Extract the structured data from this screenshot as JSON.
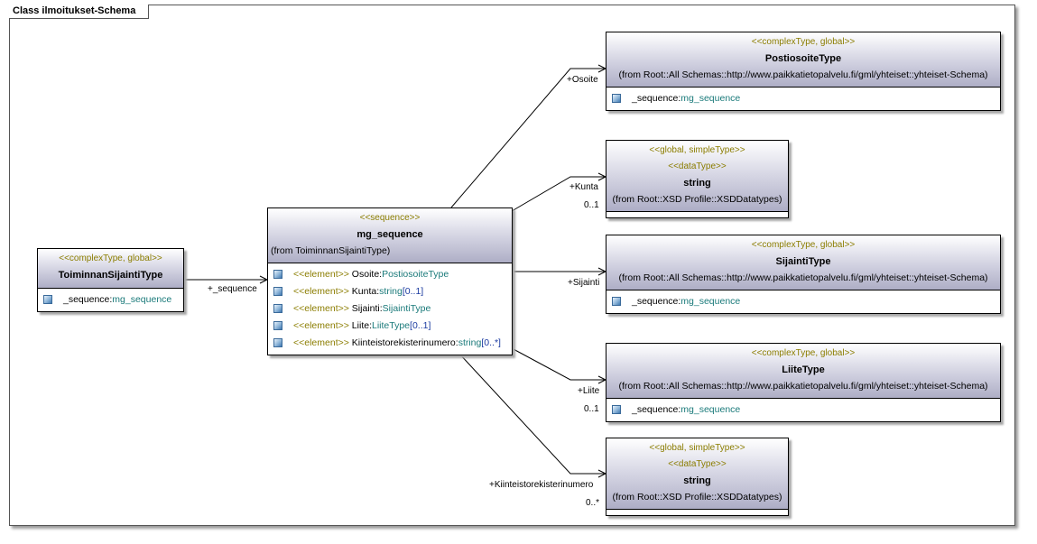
{
  "frame": {
    "title": "Class ilmoitukset-Schema"
  },
  "classes": {
    "toiminnan": {
      "stereotype": "<<complexType, global>>",
      "name": "ToiminnanSijaintiType",
      "attr": {
        "prefix": "_sequence:",
        "type": "mg_sequence"
      }
    },
    "mgseq": {
      "stereotype": "<<sequence>>",
      "name": "mg_sequence",
      "from": "(from ToiminnanSijaintiType)",
      "attrs": [
        {
          "kw": "<<element>>",
          "name": " Osoite:",
          "type": "PostiosoiteType",
          "mult": ""
        },
        {
          "kw": "<<element>>",
          "name": " Kunta:",
          "type": "string",
          "mult": "[0..1]"
        },
        {
          "kw": "<<element>>",
          "name": " Sijainti:",
          "type": "SijaintiType",
          "mult": ""
        },
        {
          "kw": "<<element>>",
          "name": " Liite:",
          "type": "LiiteType",
          "mult": "[0..1]"
        },
        {
          "kw": "<<element>>",
          "name": " Kiinteistorekisterinumero:",
          "type": "string",
          "mult": "[0..*]"
        }
      ]
    },
    "postiosoite": {
      "stereotype": "<<complexType, global>>",
      "name": "PostiosoiteType",
      "from": "(from Root::All Schemas::http://www.paikkatietopalvelu.fi/gml/yhteiset::yhteiset-Schema)",
      "attr": {
        "prefix": "_sequence:",
        "type": "mg_sequence"
      }
    },
    "string1": {
      "stereotype1": "<<global, simpleType>>",
      "stereotype2": "<<dataType>>",
      "name": "string",
      "from": "(from Root::XSD Profile::XSDDatatypes)"
    },
    "sijainti": {
      "stereotype": "<<complexType, global>>",
      "name": "SijaintiType",
      "from": "(from Root::All Schemas::http://www.paikkatietopalvelu.fi/gml/yhteiset::yhteiset-Schema)",
      "attr": {
        "prefix": "_sequence:",
        "type": "mg_sequence"
      }
    },
    "liite": {
      "stereotype": "<<complexType, global>>",
      "name": "LiiteType",
      "from": "(from Root::All Schemas::http://www.paikkatietopalvelu.fi/gml/yhteiset::yhteiset-Schema)",
      "attr": {
        "prefix": "_sequence:",
        "type": "mg_sequence"
      }
    },
    "string2": {
      "stereotype1": "<<global, simpleType>>",
      "stereotype2": "<<dataType>>",
      "name": "string",
      "from": "(from Root::XSD Profile::XSDDatatypes)"
    }
  },
  "connectors": {
    "sequence_role": "+_sequence",
    "osoite_role": "+Osoite",
    "kunta_role": "+Kunta",
    "kunta_mult": "0..1",
    "sijainti_role": "+Sijainti",
    "liite_role": "+Liite",
    "liite_mult": "0..1",
    "kiint_role": "+Kiinteistorekisterinumero",
    "kiint_mult": "0..*"
  },
  "colors": {
    "stereotype": "#8b7d00",
    "type": "#1a7a7a",
    "multiplicity": "#1a3aa0",
    "header_gradient_end": "#aeaec6"
  }
}
